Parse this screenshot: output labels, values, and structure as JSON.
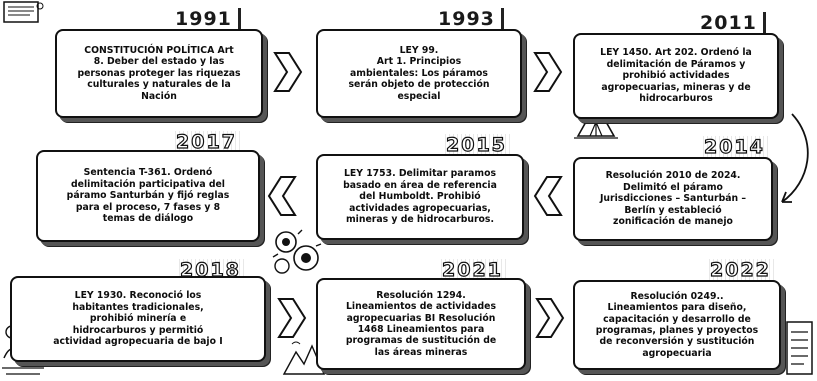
{
  "timeline": [
    {
      "year": "1991",
      "text": "CONSTITUCIÓN POLÍTICA Art\n8. Deber del estado y las\npersonas proteger las riquezas\nculturales y naturales de la\nNación"
    },
    {
      "year": "1993",
      "text": "LEY 99.\nArt 1. Principios\nambientales: Los páramos\nserán objeto de protección\nespecial"
    },
    {
      "year": "2011",
      "text": "LEY 1450. Art 202. Ordenó la\ndelimitación de Páramos y\nprohibió actividades\nagropecuarias, mineras y de\nhidrocarburos"
    },
    {
      "year": "2014",
      "text": "Resolución 2010 de 2024.\nDelimitó el páramo\nJurisdicciones – Santurbán –\nBerlín y estableció\nzonificación de manejo"
    },
    {
      "year": "2015",
      "text": "LEY 1753. Delimitar paramos\nbasado en área de referencia\ndel Humboldt. Prohibió\nactividades agropecuarias,\nmineras y de hidrocarburos."
    },
    {
      "year": "2017",
      "text": "Sentencia T-361.  Ordenó\ndelimitación participativa del\npáramo Santurbán y fijó reglas\npara el proceso, 7 fases y 8\ntemas de diálogo"
    },
    {
      "year": "2018",
      "text": "LEY 1930. Reconoció los\nhabitantes tradicionales,\nprohibió minería e\nhidrocarburos y permitió\nactividad agropecuaria de bajo I"
    },
    {
      "year": "2021",
      "text": "Resolución 1294.\nLineamientos de actividades\nagropecuarias BI Resolución\n1468 Lineamientos para\nprogramas de sustitución de\nlas áreas mineras"
    },
    {
      "year": "2022",
      "text": "Resolución 0249..\nLineamientos para diseño,\ncapacitación y desarrollo de\nprogramas, planes y proyectos\nde reconversión y sustitución\nagropecuaria"
    }
  ]
}
